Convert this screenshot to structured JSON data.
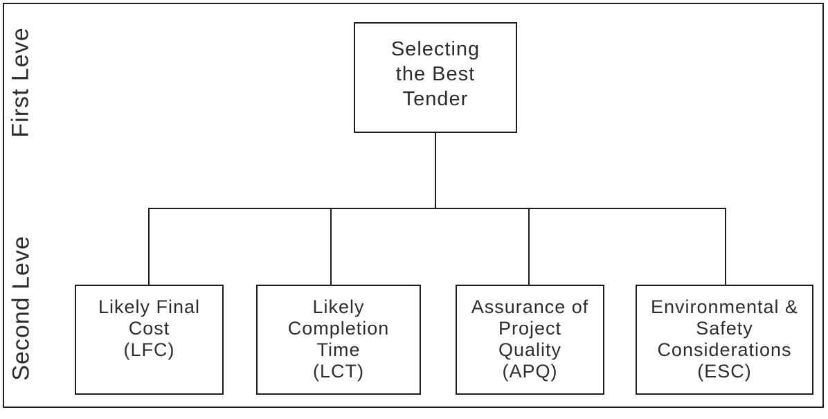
{
  "figure": {
    "type": "hierarchy-diagram",
    "colors": {
      "line": "#1c1c1c",
      "text": "#2d2d2d",
      "background": "#ffffff"
    },
    "levels": {
      "first": "First Leve",
      "second": "Second Leve"
    },
    "root": {
      "text": "Selecting the Best Tender",
      "lines": [
        "Selecting",
        "the Best",
        "Tender"
      ]
    },
    "criteria": [
      {
        "text": "Likely Final Cost (LFC)",
        "lines": [
          "Likely Final",
          "Cost",
          "(LFC)"
        ]
      },
      {
        "text": "Likely Completion Time (LCT)",
        "lines": [
          "Likely",
          "Completion",
          "Time",
          "(LCT)"
        ]
      },
      {
        "text": "Assurance of Project Quality (APQ)",
        "lines": [
          "Assurance of",
          "Project",
          "Quality",
          "(APQ)"
        ]
      },
      {
        "text": "Environmental & Safety Considerations (ESC)",
        "lines": [
          "Environmental &",
          "Safety",
          "Considerations",
          "(ESC)"
        ]
      }
    ]
  }
}
